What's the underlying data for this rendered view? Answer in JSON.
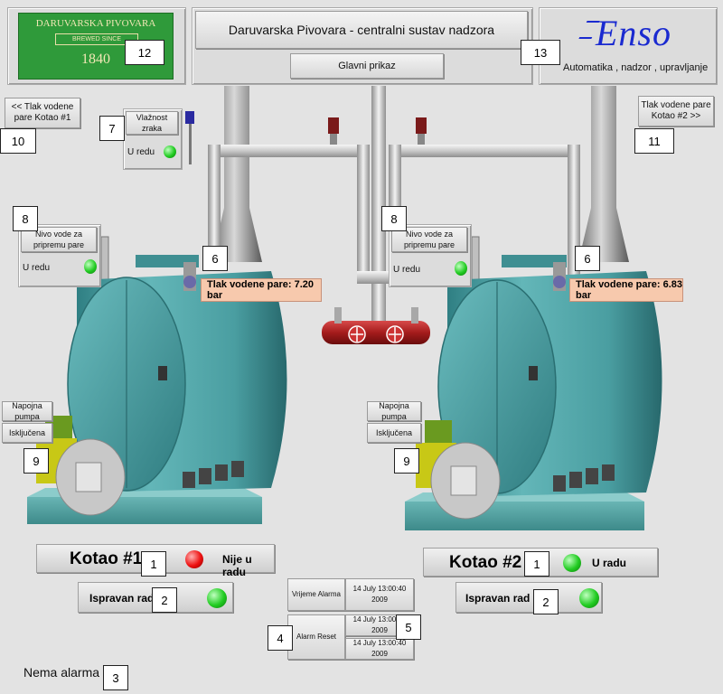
{
  "header": {
    "title": "Daruvarska Pivovara - centralni sustav nadzora",
    "main_view_button": "Glavni prikaz",
    "logo_name": "DARUVARSKA PIVOVARA",
    "logo_brewed": "BREWED SINCE",
    "logo_year": "1840",
    "company_logo": "Enso",
    "company_tagline": "Automatika , nadzor , upravljanje"
  },
  "nav": {
    "prev_label": "<< Tlak vodene pare Kotao #1",
    "next_label": "Tlak vodene pare Kotao #2 >>"
  },
  "humidity": {
    "label": "Vlažnost zraka",
    "status": "U redu"
  },
  "boiler1": {
    "water_level_label": "Nivo vode za pripremu pare",
    "water_level_status": "U redu",
    "pressure": "Tlak vodene pare: 7.20 bar",
    "pump_label": "Napojna pumpa",
    "pump_status": "Isključena",
    "name": "Kotao #1",
    "status": "Nije u radu",
    "operation": "Ispravan rad"
  },
  "boiler2": {
    "water_level_label": "Nivo vode za pripremu pare",
    "water_level_status": "U redu",
    "pressure": "Tlak vodene pare: 6.83 bar",
    "pump_label": "Napojna pumpa",
    "pump_status": "Isključena",
    "name": "Kotao #2",
    "status": "U radu",
    "operation": "Ispravan rad"
  },
  "alarm": {
    "time_label": "Vrijeme Alarma",
    "time_value": "14 July 13:00:40 2009",
    "reset_label": "Alarm Reset",
    "reset_value_1": "14 July 13:00:40 2009",
    "reset_value_2": "14 July 13:00:40 2009",
    "none_text": "Nema alarma"
  },
  "callouts": {
    "c1": "1",
    "c2": "2",
    "c3": "3",
    "c4": "4",
    "c5": "5",
    "c6": "6",
    "c7": "7",
    "c8": "8",
    "c9": "9",
    "c10": "10",
    "c11": "11",
    "c12": "12",
    "c13": "13"
  },
  "colors": {
    "boiler": "#4fa3a6",
    "led_green": "#22cc22",
    "led_red": "#ee1111",
    "pressure_bg": "#f7c9ad",
    "logo_green": "#2f9a3a"
  }
}
